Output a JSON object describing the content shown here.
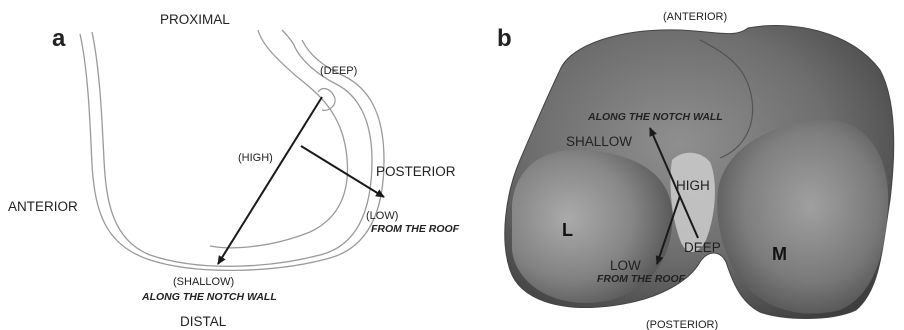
{
  "panel_a": {
    "letter": "a",
    "proximal": "PROXIMAL",
    "distal": "DISTAL",
    "anterior": "ANTERIOR",
    "posterior": "POSTERIOR",
    "deep": "(DEEP)",
    "high": "(HIGH)",
    "low": "(LOW)",
    "from_roof": "FROM THE ROOF",
    "shallow": "(SHALLOW)",
    "along_wall": "ALONG THE NOTCH WALL"
  },
  "panel_b": {
    "letter": "b",
    "anterior": "(ANTERIOR)",
    "posterior": "(POSTERIOR)",
    "along_wall": "ALONG THE NOTCH WALL",
    "shallow": "SHALLOW",
    "high": "HIGH",
    "deep": "DEEP",
    "low": "LOW",
    "from_roof": "FROM THE ROOF",
    "lateral": "L",
    "medial": "M"
  },
  "colors": {
    "outline": "#9a9a9a",
    "arrow": "#1a1a1a",
    "bone_dark": "#5a5a5a",
    "bone_light": "#a8a8a8"
  }
}
